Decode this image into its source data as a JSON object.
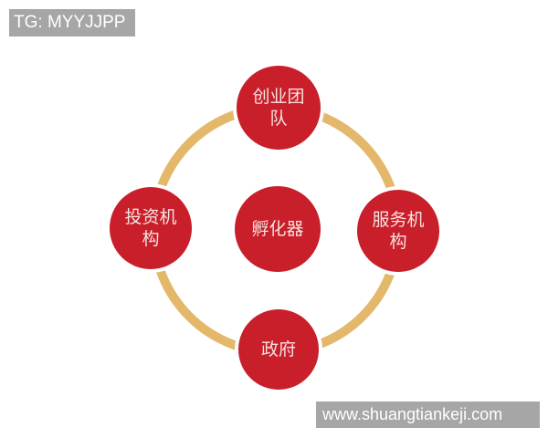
{
  "watermark_top": "TG: MYYJJPP",
  "watermark_bottom": "www.shuangtiankeji.com",
  "colors": {
    "node_fill": "#c81f2b",
    "ring": "#e4b86a",
    "node_text": "#f6e2de",
    "watermark_bg": "#a6a6a6"
  },
  "diagram": {
    "center": {
      "label": "孵化器"
    },
    "nodes": [
      {
        "position": "top",
        "label": "创业团队"
      },
      {
        "position": "right",
        "label": "服务机构"
      },
      {
        "position": "bottom",
        "label": "政府"
      },
      {
        "position": "left",
        "label": "投资机构"
      }
    ]
  }
}
